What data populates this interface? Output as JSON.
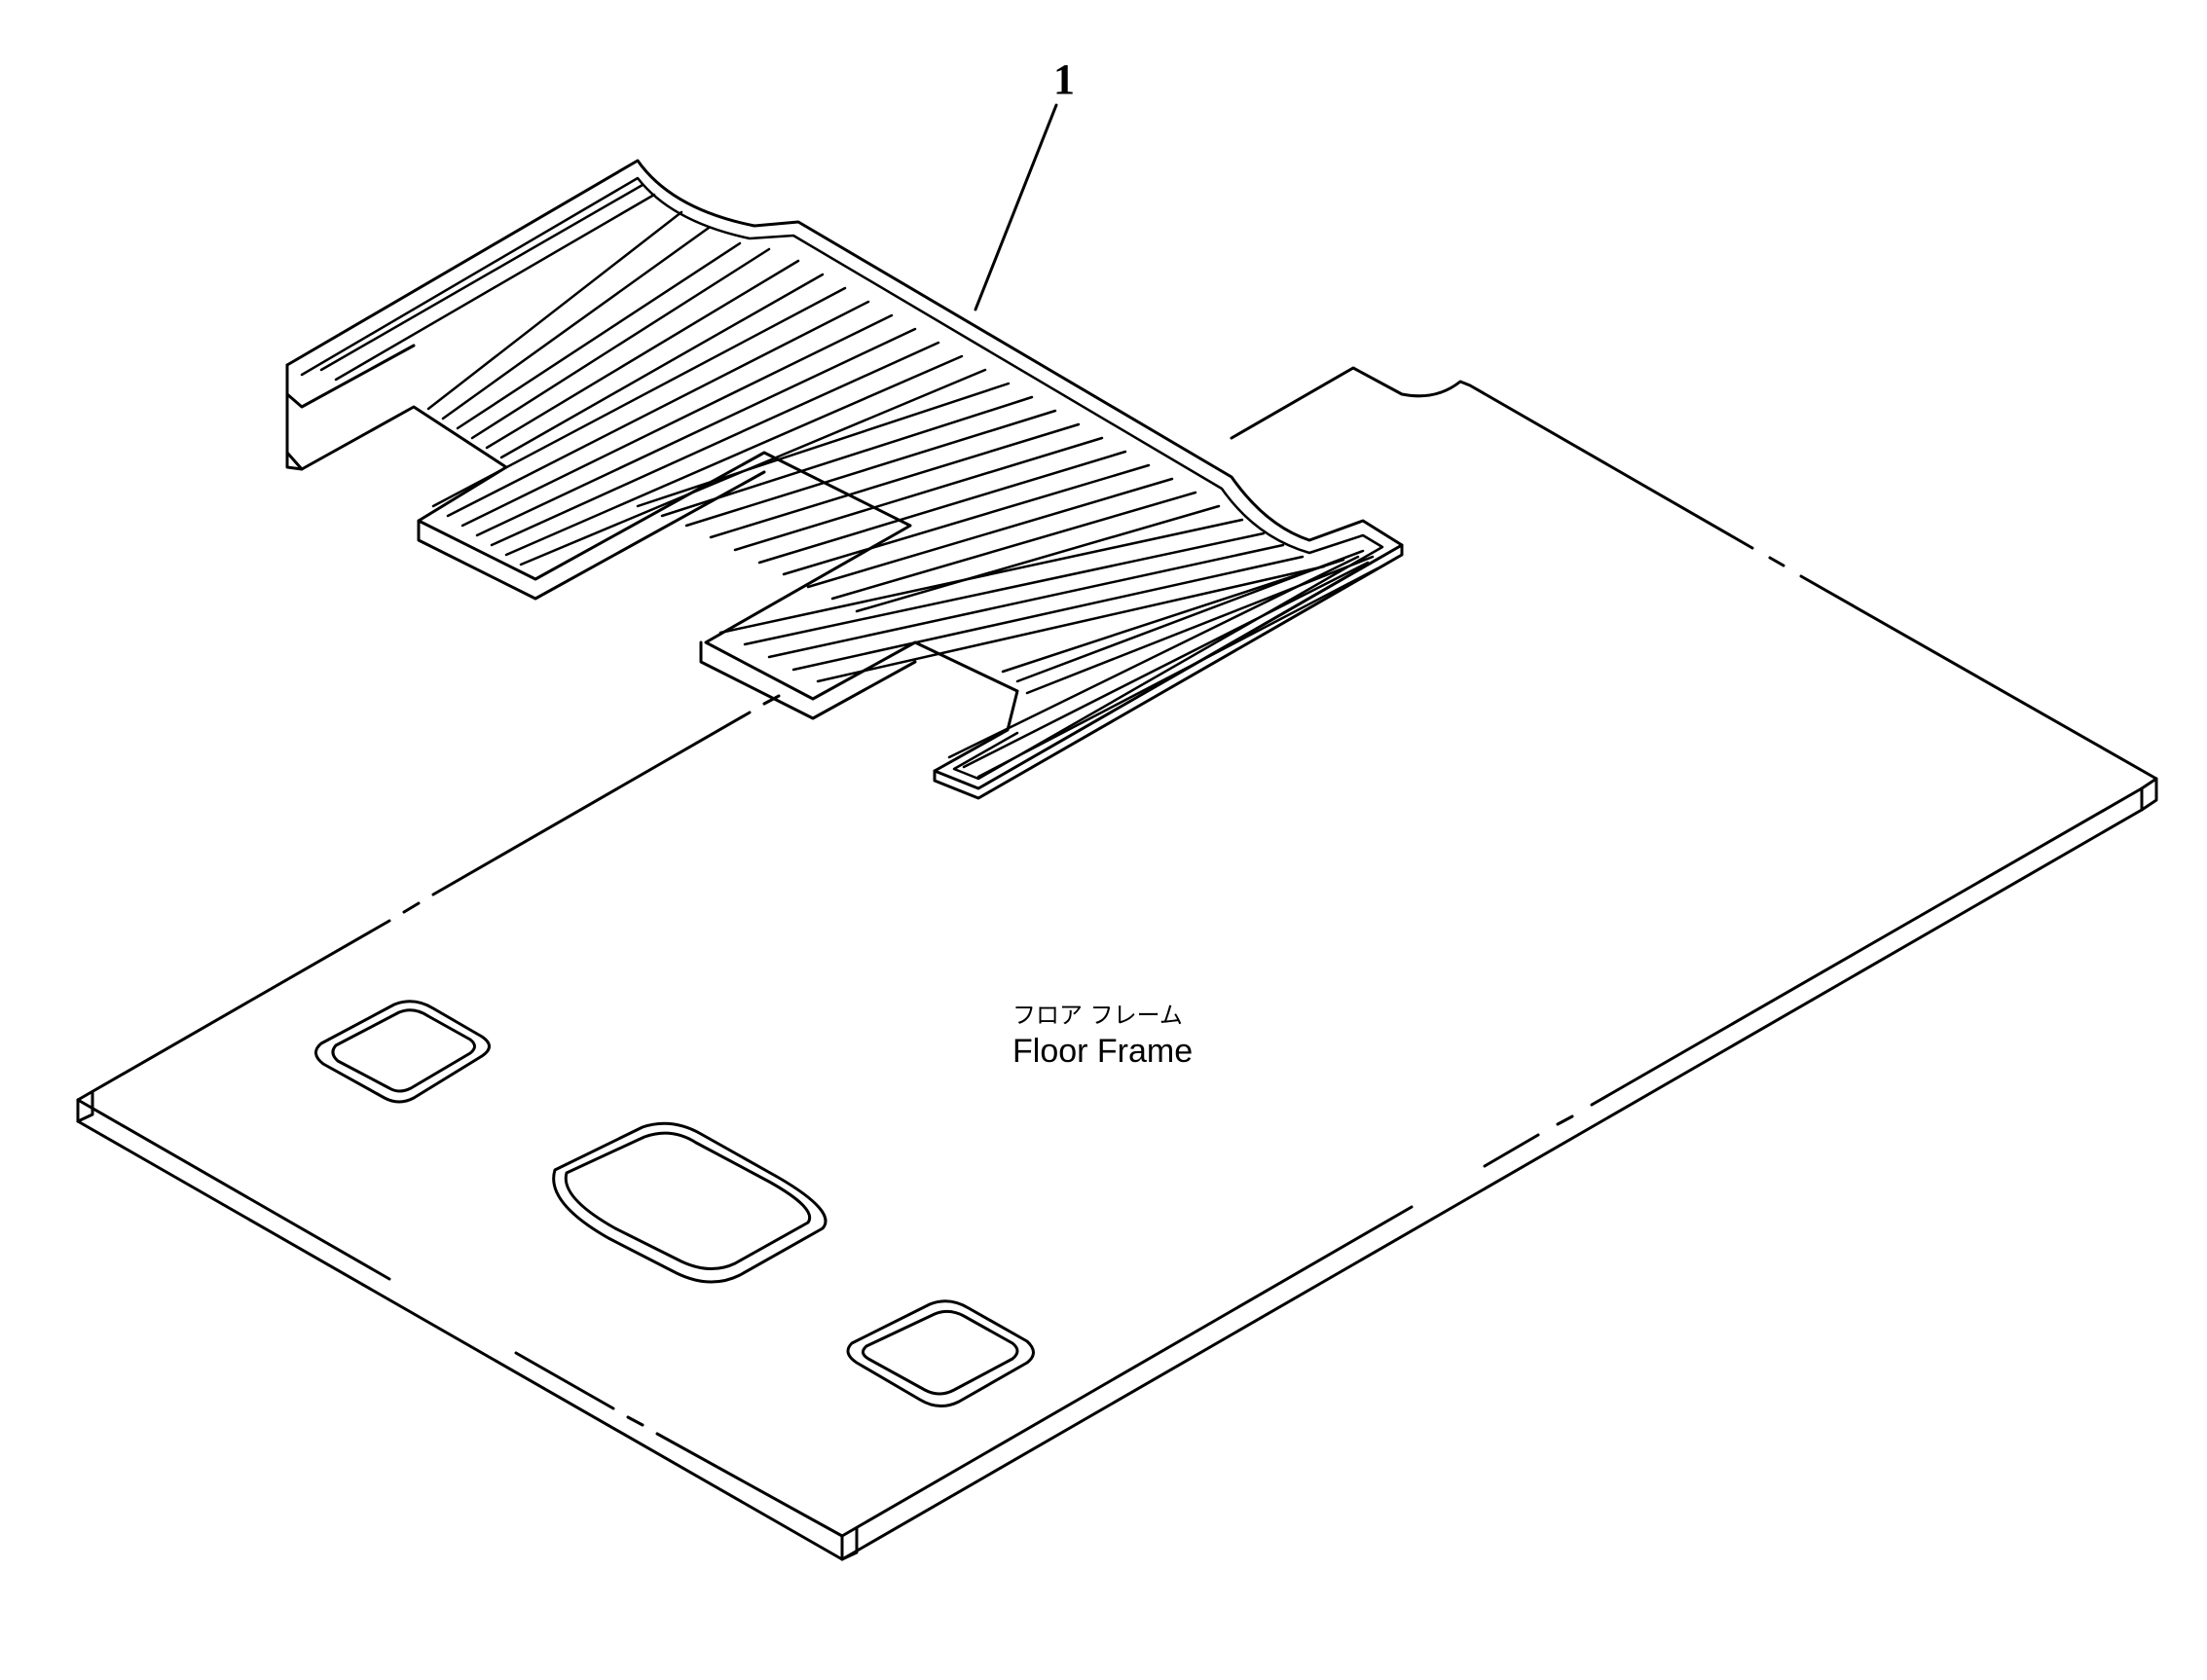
{
  "callout": {
    "number": "1"
  },
  "frame_label": {
    "japanese": "フロア フレーム",
    "english": "Floor Frame"
  },
  "colors": {
    "ink": "#000000",
    "background": "#ffffff"
  }
}
